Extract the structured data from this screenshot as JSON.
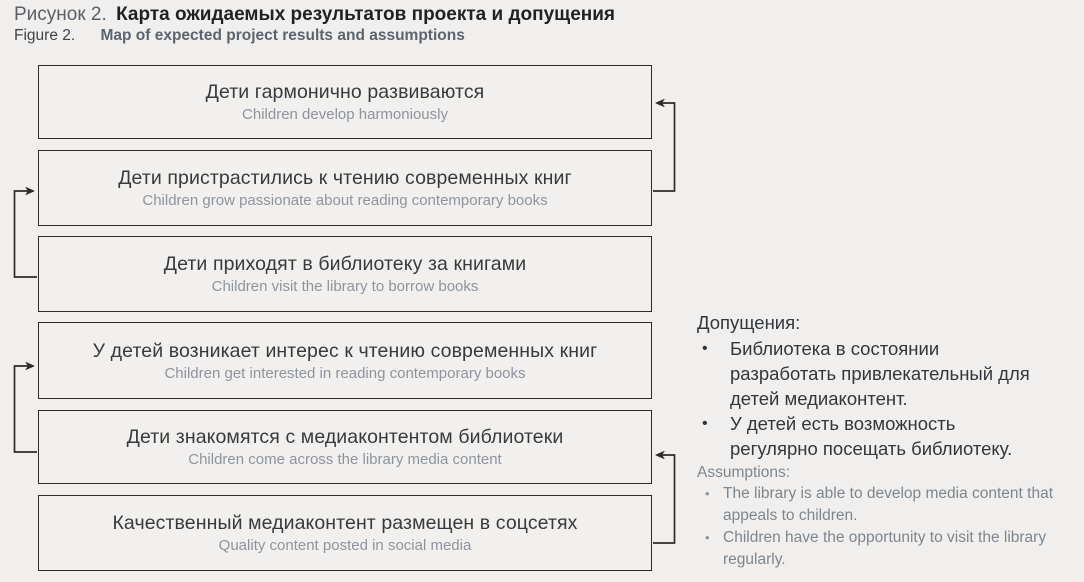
{
  "header": {
    "label_ru": "Рисунок 2.",
    "title_ru": "Карта ожидаемых результатов проекта и допущения",
    "label_en": "Figure 2.",
    "title_en": "Map of expected project results and assumptions"
  },
  "boxes": [
    {
      "ru": "Дети гармонично развиваются",
      "en": "Children develop harmoniously"
    },
    {
      "ru": "Дети пристрастились к чтению современных книг",
      "en": "Children grow passionate about reading contemporary books"
    },
    {
      "ru": "Дети приходят в библиотеку за книгами",
      "en": "Children visit the library to borrow books"
    },
    {
      "ru": "У детей возникает интерес к чтению современных книг",
      "en": "Children get interested in reading contemporary books"
    },
    {
      "ru": "Дети знакомятся с медиаконтентом библиотеки",
      "en": "Children come across the library media content"
    },
    {
      "ru": "Качественный медиаконтент размещен в соцсетях",
      "en": "Quality content posted in social media"
    }
  ],
  "arrows": [
    {
      "from": "box2",
      "to": "box1",
      "side": "right"
    },
    {
      "from": "box3",
      "to": "box2",
      "side": "left"
    },
    {
      "from": "box5",
      "to": "box4",
      "side": "left"
    },
    {
      "from": "box6",
      "to": "box5",
      "side": "right"
    }
  ],
  "assumptions": {
    "heading_ru": "Допущения:",
    "bullet_ru": "•",
    "items_ru": [
      "Библиотека в состоянии разработать привлекательный для детей медиаконтент.",
      "У детей есть возможность регулярно посещать библиотеку."
    ],
    "heading_en": "Assumptions:",
    "bullet_en": "•",
    "items_en": [
      "The library is able to develop media content that appeals to children.",
      "Children have the opportunity to visit the library regularly."
    ]
  },
  "colors": {
    "background": "#f0efed",
    "box_border": "#2e2a25",
    "text_primary_ru": "#3a3a3a",
    "text_secondary_en": "#8d949d",
    "assumptions_ru": "#32373c",
    "assumptions_en": "#7d868e"
  }
}
